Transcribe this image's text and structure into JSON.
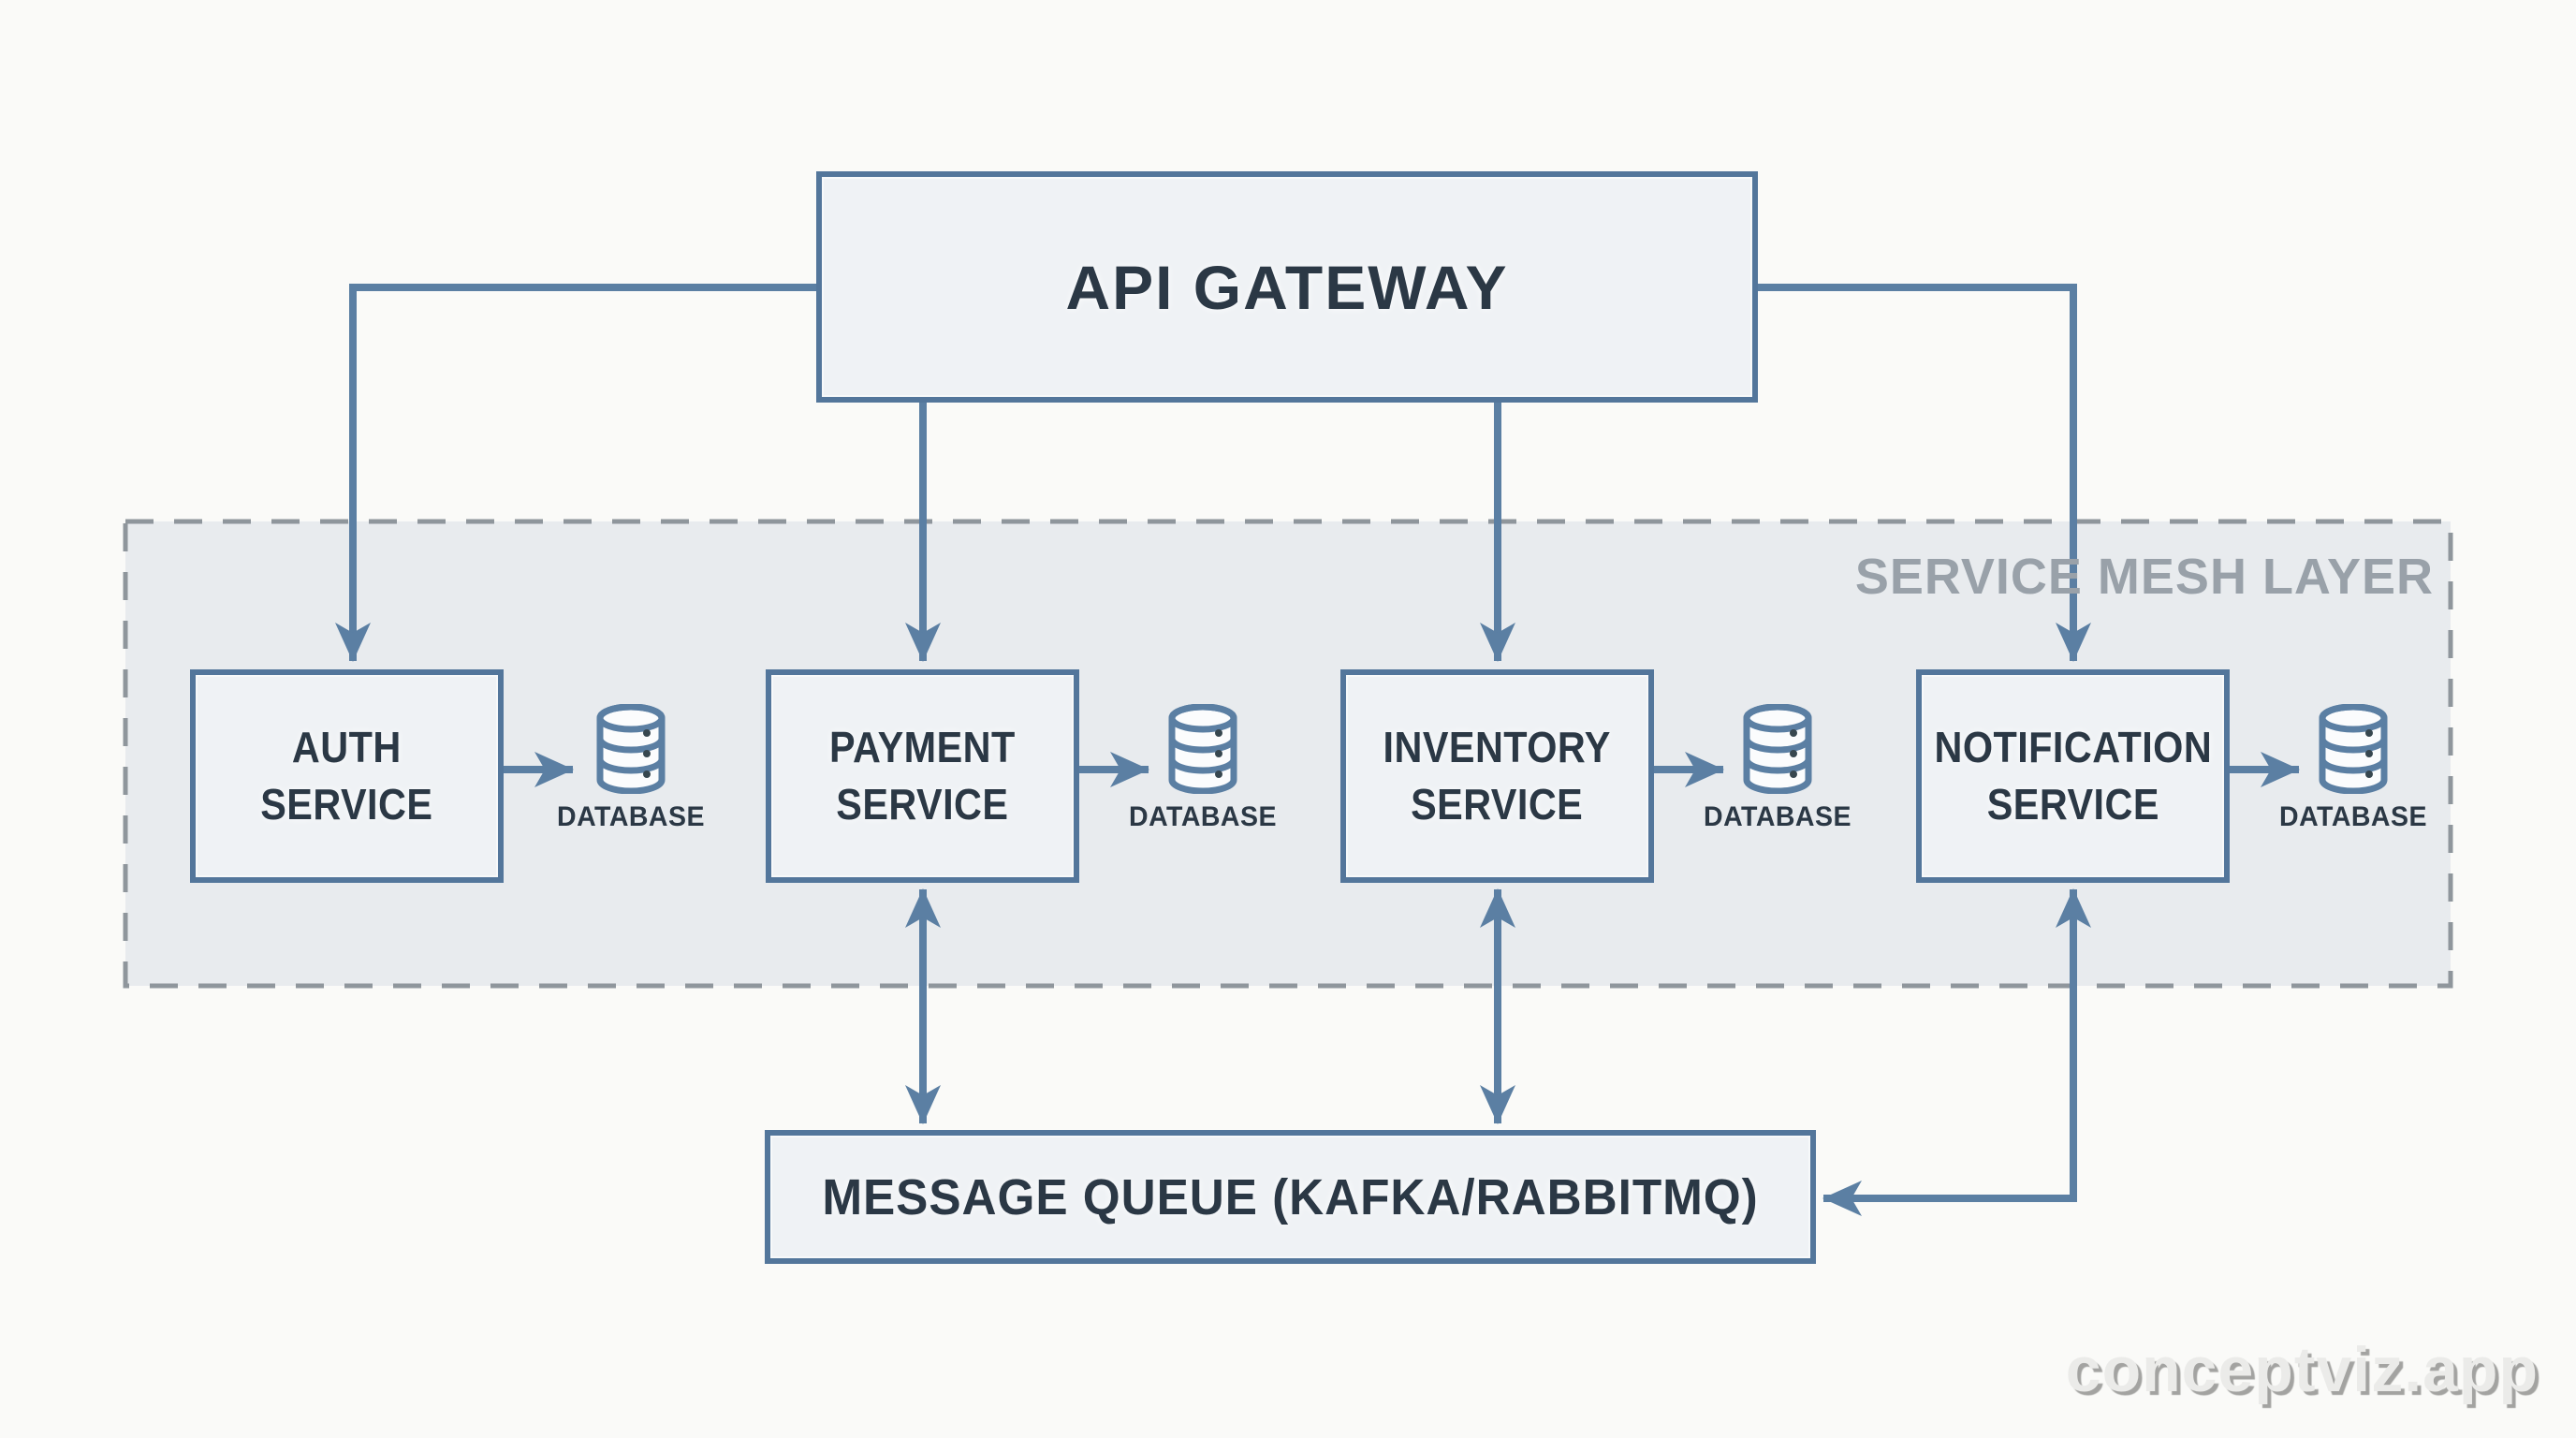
{
  "diagram": {
    "gateway": {
      "label": "API GATEWAY"
    },
    "mesh_layer": {
      "label": "SERVICE MESH LAYER"
    },
    "services": [
      {
        "id": "auth",
        "label": "AUTH\nSERVICE",
        "database_label": "DATABASE"
      },
      {
        "id": "payment",
        "label": "PAYMENT\nSERVICE",
        "database_label": "DATABASE"
      },
      {
        "id": "inventory",
        "label": "INVENTORY\nSERVICE",
        "database_label": "DATABASE"
      },
      {
        "id": "notification",
        "label": "NOTIFICATION\nSERVICE",
        "database_label": "DATABASE"
      }
    ],
    "queue": {
      "label": "MESSAGE QUEUE (KAFKA/RABBITMQ)"
    },
    "watermark": "conceptviz.app",
    "colors": {
      "background": "#fafaf8",
      "mesh_fill": "#e8ebee",
      "mesh_border": "#8f969c",
      "box_fill": "#eff2f5",
      "box_border": "#53769b",
      "arrow": "#5b7fa3",
      "text_dark": "#2b3845",
      "mesh_label": "#99a1a9",
      "db_dot": "#37474f",
      "watermark_face": "#ebebe9",
      "watermark_shadow": "#a3a3a1"
    }
  }
}
